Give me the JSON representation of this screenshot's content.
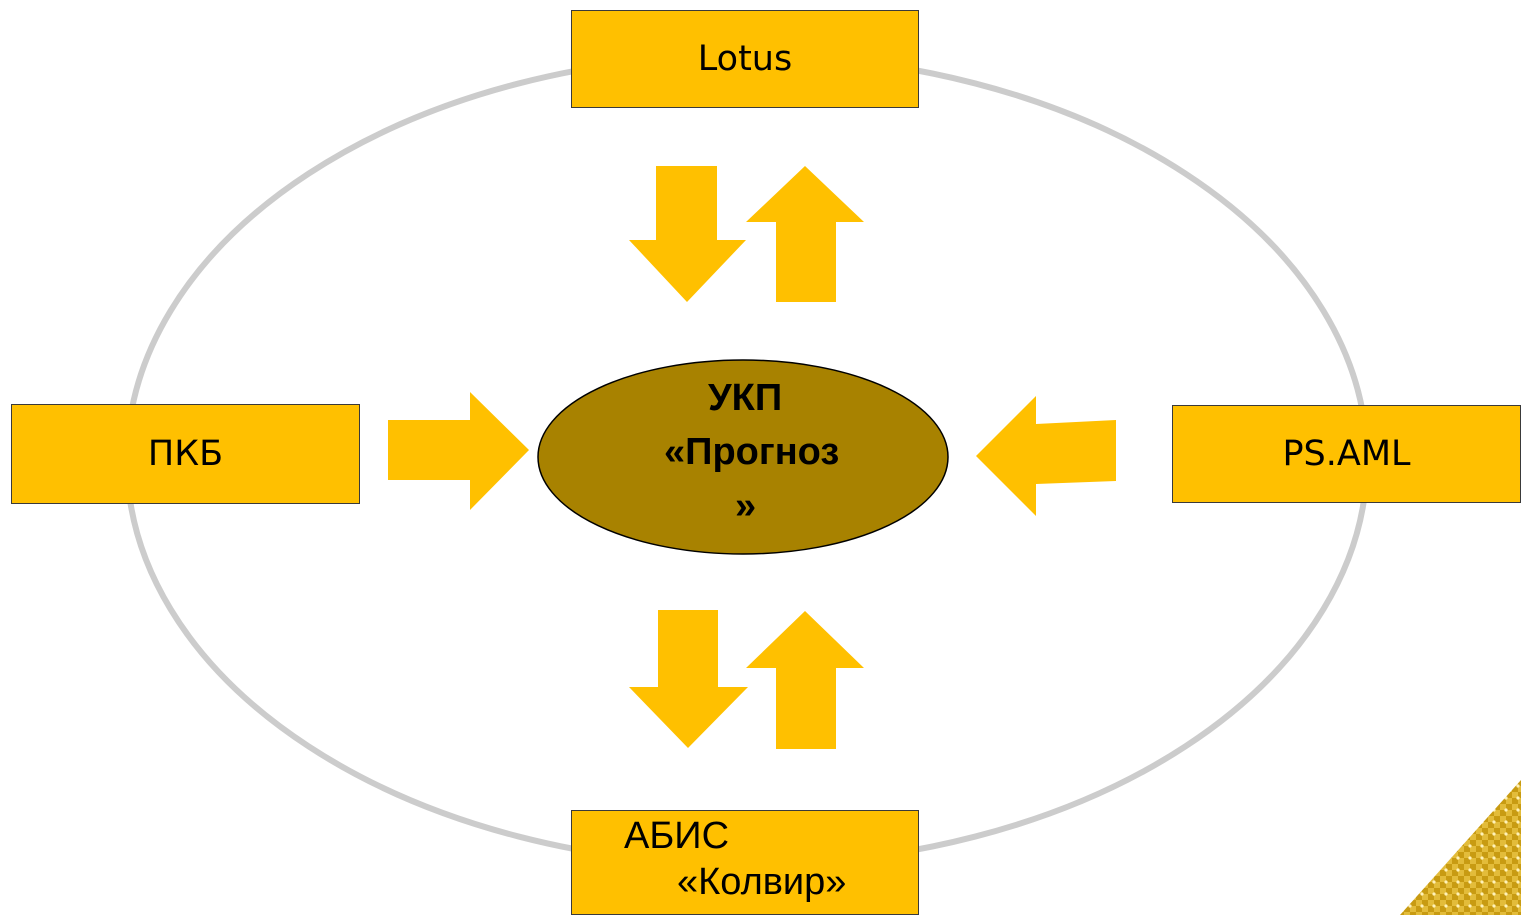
{
  "diagram": {
    "center": {
      "lines": [
        "УКП",
        "«Прогноз",
        "»"
      ]
    },
    "nodes": {
      "top": "Lotus",
      "left": "ПКБ",
      "right": "PS.AML",
      "bottom": [
        "АБИС",
        "«Колвир»"
      ]
    },
    "colors": {
      "box_fill": "#ffc000",
      "box_border": "#3a3a3a",
      "arrow_fill": "#ffc000",
      "center_fill": "#a88200",
      "ring_stroke": "#cccccc"
    },
    "icons": {
      "corner_decoration": "gold-pattern-corner-icon"
    }
  }
}
